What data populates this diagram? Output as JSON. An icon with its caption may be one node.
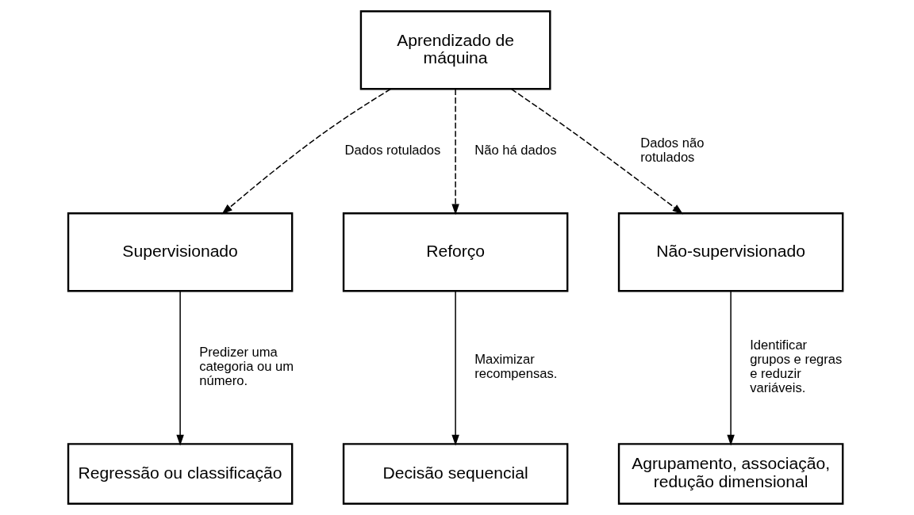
{
  "diagram": {
    "nodes": [
      {
        "text": [
          "Aprendizado de máquina"
        ]
      },
      {
        "text": [
          "Supervisionado"
        ]
      },
      {
        "text": [
          "Reforço"
        ]
      },
      {
        "text": [
          "Não-supervisionado"
        ]
      },
      {
        "text": [
          "Regressão ou classificação"
        ]
      },
      {
        "text": [
          "Decisão sequencial"
        ]
      },
      {
        "text": [
          "Agrupamento, associação, redução dimensional"
        ]
      }
    ],
    "edges": [
      {
        "from": 0,
        "to": 1,
        "arrow": "to",
        "label": "Dados rotulados",
        "style": "dashed"
      },
      {
        "from": 0,
        "to": 2,
        "arrow": "to",
        "label": "Não há dados",
        "style": "dashed"
      },
      {
        "from": 0,
        "to": 3,
        "arrow": "to",
        "label": "Dados não rotulados",
        "style": "dashed"
      },
      {
        "from": 1,
        "to": 4,
        "arrow": "to",
        "label": "Predizer uma categoria ou um número."
      },
      {
        "from": 2,
        "to": 5,
        "arrow": "to",
        "label": "Maximizar recompensas."
      },
      {
        "from": 3,
        "to": 6,
        "arrow": "to",
        "label": "Identificar grupos e regras e reduzir variáveis."
      }
    ]
  }
}
